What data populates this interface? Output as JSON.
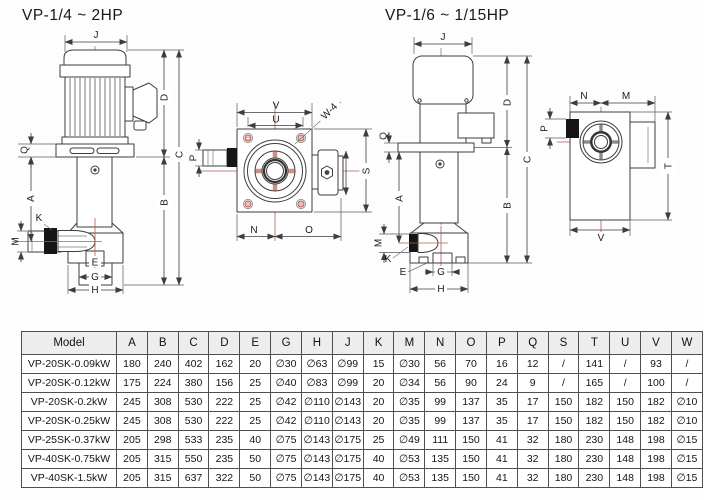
{
  "titles": {
    "left": "VP-1/4 ~ 2HP",
    "right": "VP-1/6 ~ 1/15HP"
  },
  "figures": {
    "left_pump": {
      "labels": {
        "J": "J",
        "Q": "Q",
        "A": "A",
        "B": "B",
        "C": "C",
        "D": "D",
        "K": "K",
        "M": "M",
        "E": "E",
        "G": "G",
        "H": "H"
      }
    },
    "front_view": {
      "labels": {
        "V": "V",
        "U": "U",
        "W4": "W-4",
        "P": "P",
        "S": "S",
        "N": "N",
        "O": "O"
      }
    },
    "right_pump": {
      "labels": {
        "J": "J",
        "Q": "Q",
        "A": "A",
        "B": "B",
        "C": "C",
        "D": "D",
        "K": "K",
        "M": "M",
        "E": "E",
        "G": "G",
        "H": "H"
      }
    },
    "side_view": {
      "labels": {
        "N": "N",
        "M": "M",
        "P": "P",
        "T": "T",
        "V": "V"
      }
    }
  },
  "colors": {
    "line": "#3d3d3d",
    "centerline_red": "#b65b52",
    "hole_fill": "#e7c3c0",
    "spoke_pink": "#cc8f8c",
    "flange_black": "#161616",
    "table_header_bg": "#ededed",
    "table_border": "#4f4f4f"
  },
  "table": {
    "headers": [
      "Model",
      "A",
      "B",
      "C",
      "D",
      "E",
      "G",
      "H",
      "J",
      "K",
      "M",
      "N",
      "O",
      "P",
      "Q",
      "S",
      "T",
      "U",
      "V",
      "W"
    ],
    "rows": [
      [
        "VP-20SK-0.09kW",
        "180",
        "240",
        "402",
        "162",
        "20",
        "∅30",
        "∅63",
        "∅99",
        "15",
        "∅30",
        "56",
        "70",
        "16",
        "12",
        "/",
        "141",
        "/",
        "93",
        "/"
      ],
      [
        "VP-20SK-0.12kW",
        "175",
        "224",
        "380",
        "156",
        "25",
        "∅40",
        "∅83",
        "∅99",
        "20",
        "∅34",
        "56",
        "90",
        "24",
        "9",
        "/",
        "165",
        "/",
        "100",
        "/"
      ],
      [
        "VP-20SK-0.2kW",
        "245",
        "308",
        "530",
        "222",
        "25",
        "∅42",
        "∅110",
        "∅143",
        "20",
        "∅35",
        "99",
        "137",
        "35",
        "17",
        "150",
        "182",
        "150",
        "182",
        "∅10"
      ],
      [
        "VP-20SK-0.25kW",
        "245",
        "308",
        "530",
        "222",
        "25",
        "∅42",
        "∅110",
        "∅143",
        "20",
        "∅35",
        "99",
        "137",
        "35",
        "17",
        "150",
        "182",
        "150",
        "182",
        "∅10"
      ],
      [
        "VP-25SK-0.37kW",
        "205",
        "298",
        "533",
        "235",
        "40",
        "∅75",
        "∅143",
        "∅175",
        "25",
        "∅49",
        "111",
        "150",
        "41",
        "32",
        "180",
        "230",
        "148",
        "198",
        "∅15"
      ],
      [
        "VP-40SK-0.75kW",
        "205",
        "315",
        "550",
        "235",
        "50",
        "∅75",
        "∅143",
        "∅175",
        "40",
        "∅53",
        "135",
        "150",
        "41",
        "32",
        "180",
        "230",
        "148",
        "198",
        "∅15"
      ],
      [
        "VP-40SK-1.5kW",
        "205",
        "315",
        "637",
        "322",
        "50",
        "∅75",
        "∅143",
        "∅175",
        "40",
        "∅53",
        "135",
        "150",
        "41",
        "32",
        "180",
        "230",
        "148",
        "198",
        "∅15"
      ]
    ]
  }
}
